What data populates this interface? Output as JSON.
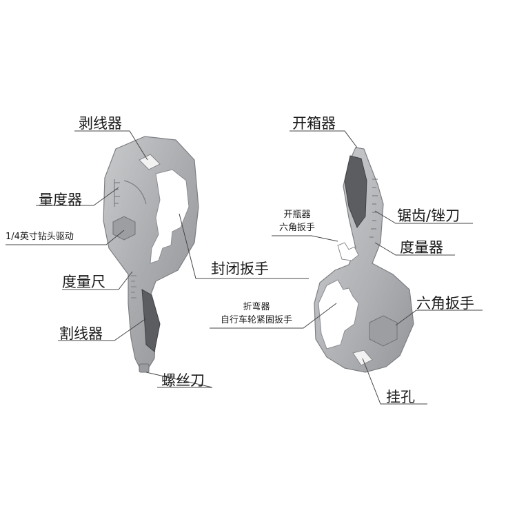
{
  "labels": {
    "wire_stripper": "剥线器",
    "measure_left": "量度器",
    "drill_drive": "1/4英寸钻头驱动",
    "ruler": "度量尺",
    "wire_cutter": "割线器",
    "screwdriver": "螺丝刀",
    "closed_wrench": "封闭扳手",
    "box_opener": "开箱器",
    "saw_file": "锯齿/锉刀",
    "bottle_opener": "开瓶器",
    "hex_wrench_small": "六角扳手",
    "measure_right": "度量器",
    "bender": "折弯器",
    "bike_wrench": "自行车轮紧固扳手",
    "hex_wrench": "六角扳手",
    "hang_hole": "挂孔"
  },
  "colors": {
    "metal": "#b5b6b8",
    "metal_dark": "#8e9093",
    "grip": "#5b5d61",
    "text": "#1a1a1a"
  }
}
